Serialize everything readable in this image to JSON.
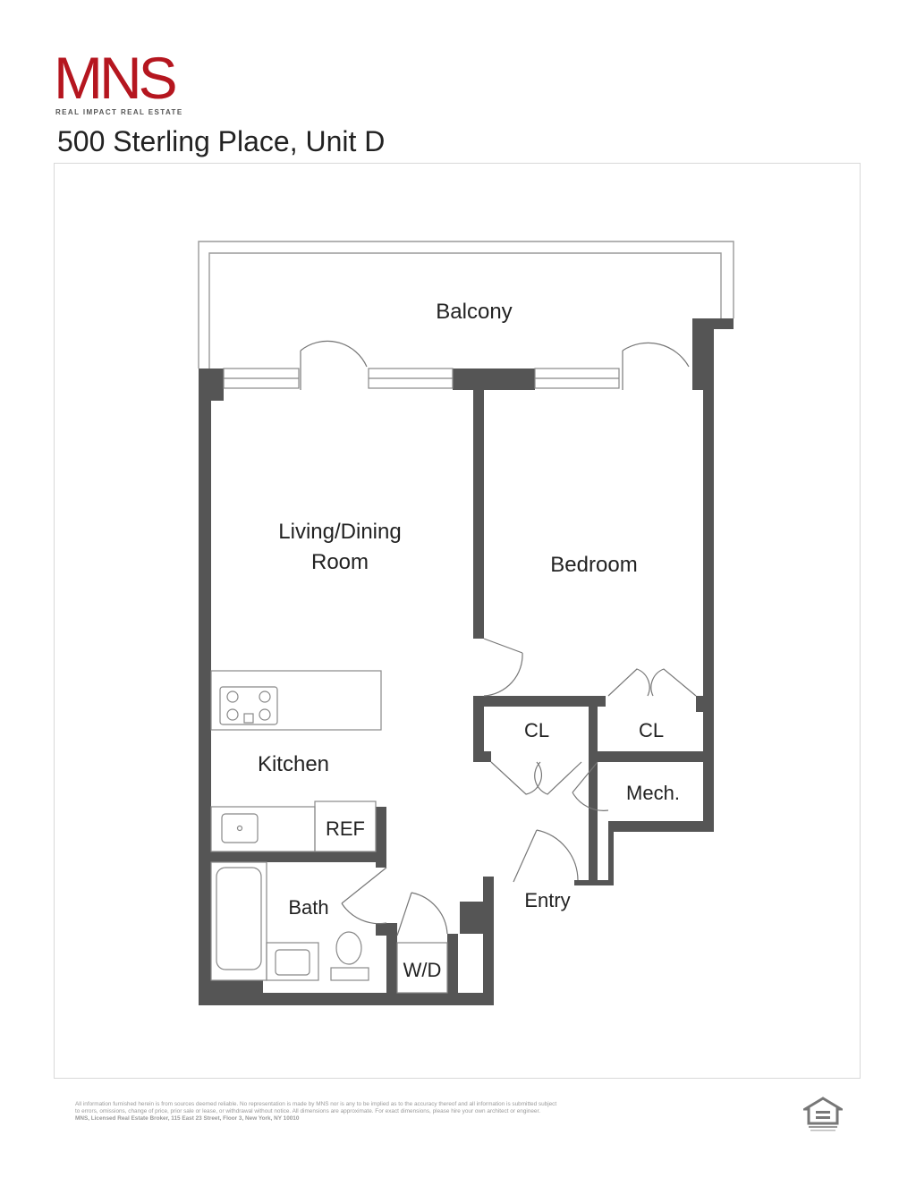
{
  "brand": {
    "logo_text": "MNS",
    "tagline": "REAL IMPACT REAL ESTATE",
    "accent_color": "#b5161f"
  },
  "listing": {
    "address": "500 Sterling Place, Unit D"
  },
  "rooms": {
    "balcony": "Balcony",
    "living_dining_line1": "Living/Dining",
    "living_dining_line2": "Room",
    "bedroom": "Bedroom",
    "kitchen": "Kitchen",
    "closet_1": "CL",
    "closet_2": "CL",
    "mech": "Mech.",
    "ref": "REF",
    "bath": "Bath",
    "entry": "Entry",
    "wd": "W/D"
  },
  "footer": {
    "disclaimer_line1": "All information furnished herein is from sources deemed reliable. No representation is made by MNS nor is any to be implied as to the accuracy thereof and all information is submitted subject",
    "disclaimer_line2": "to errors, omissions, change of price, prior sale or lease, or withdrawal without notice. All dimensions are approximate. For exact dimensions, please hire your own architect or engineer.",
    "disclaimer_line3": "MNS, Licensed Real Estate Broker, 115 East 23 Street, Floor 3, New York, NY 10010",
    "equal_housing_icon": "equal-housing-opportunity-icon"
  },
  "colors": {
    "wall": "#555555",
    "thin_line": "#888888"
  }
}
